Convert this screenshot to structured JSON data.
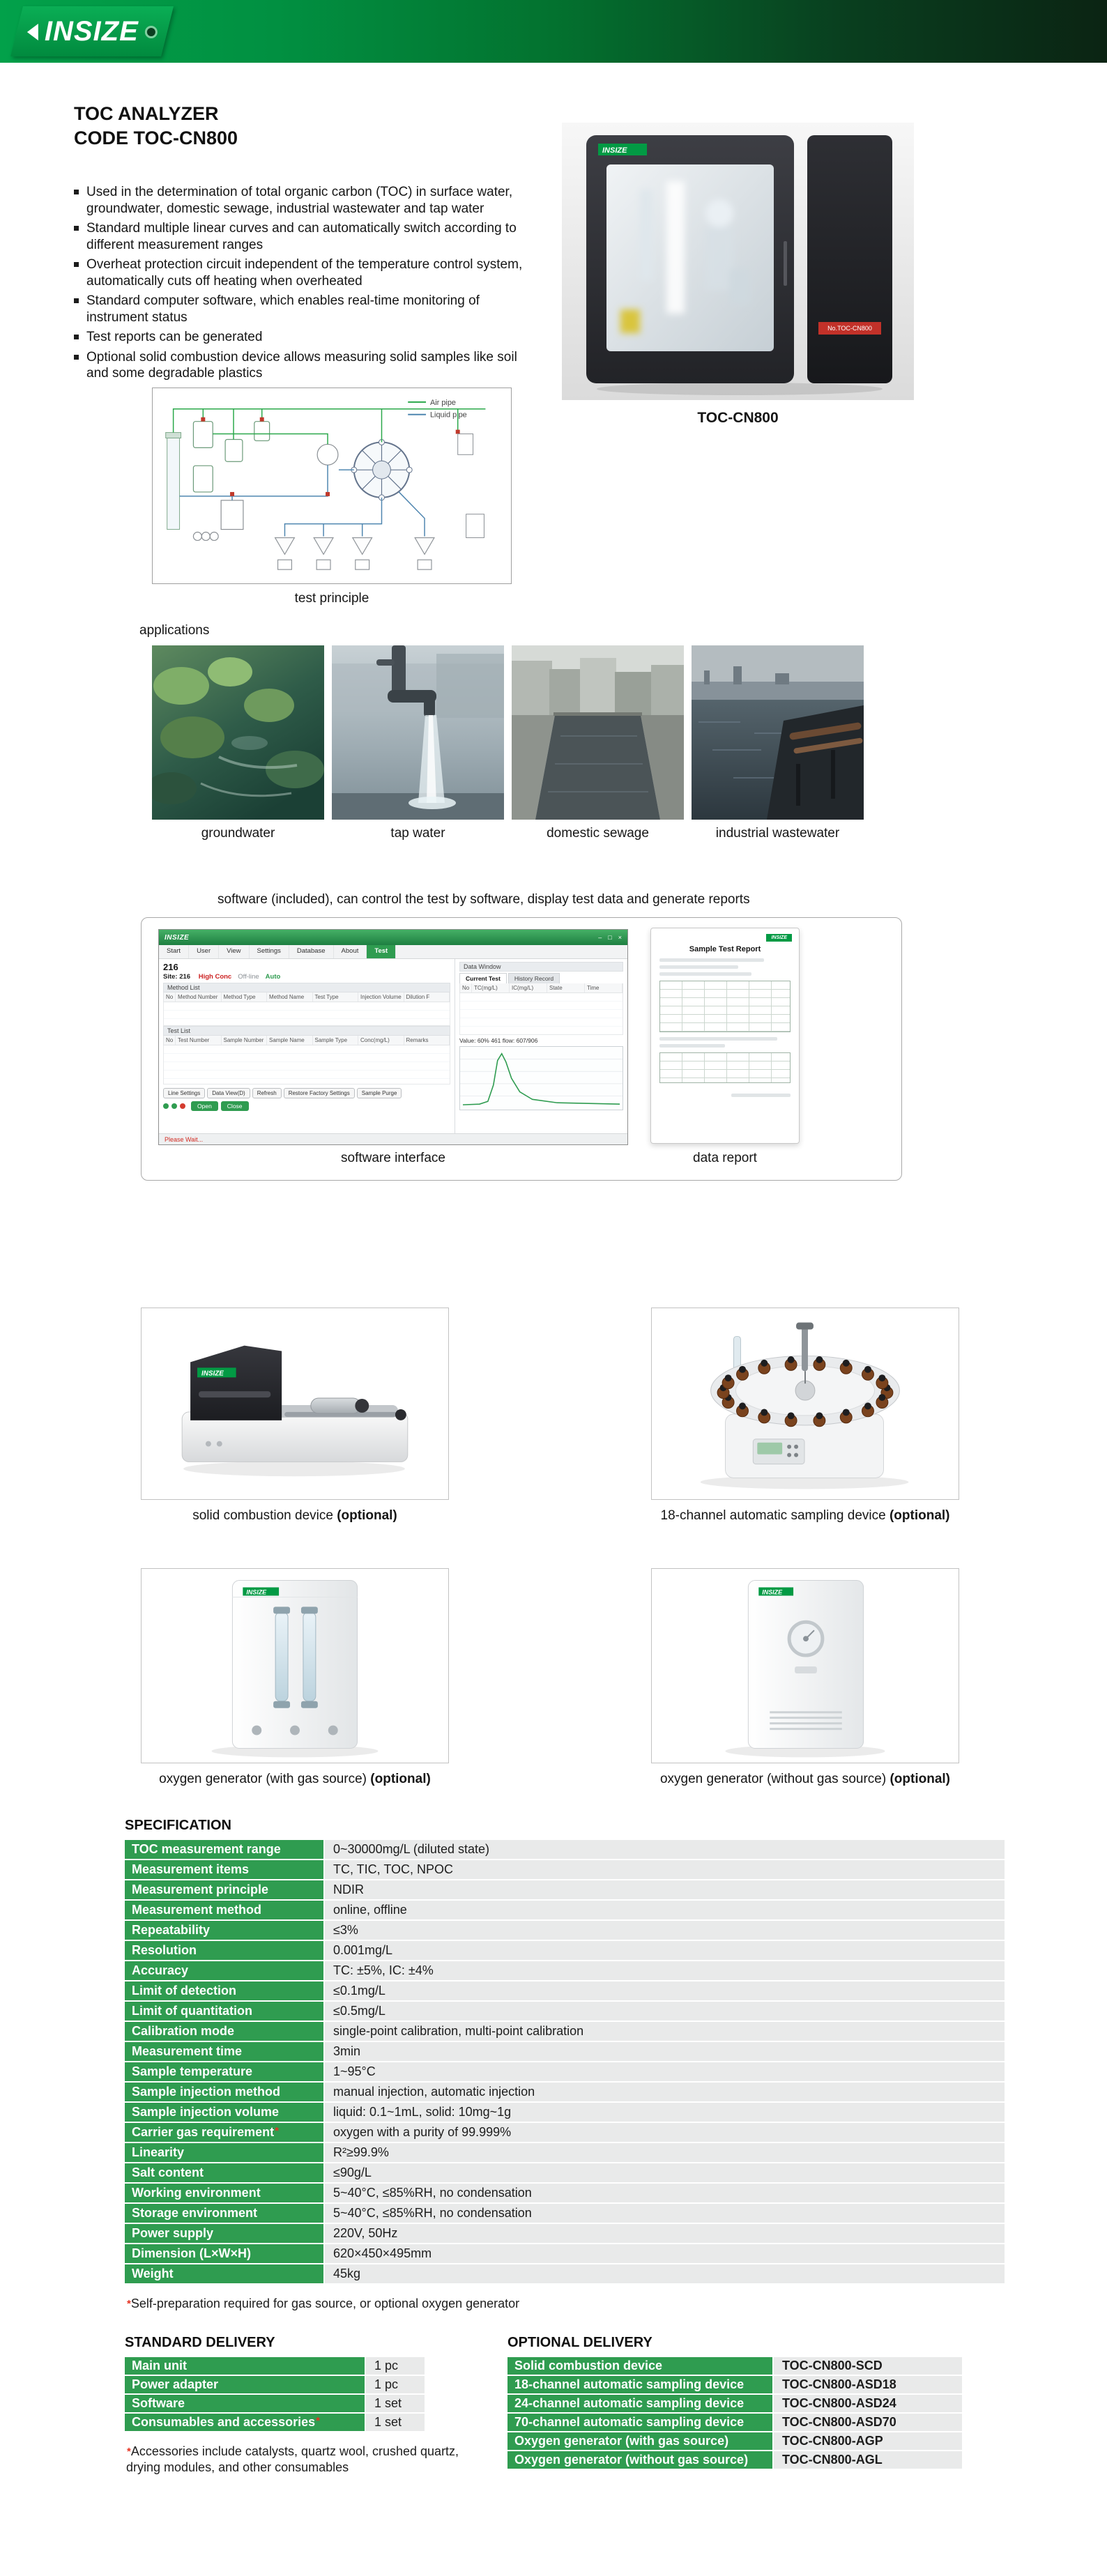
{
  "brand": {
    "name": "INSIZE"
  },
  "page": {
    "title_line1": "TOC ANALYZER",
    "title_line2": "CODE TOC-CN800"
  },
  "features": [
    "Used in the determination of total organic carbon (TOC) in surface water, groundwater, domestic sewage, industrial wastewater and tap water",
    "Standard multiple linear curves and can automatically switch according to different measurement ranges",
    "Overheat protection circuit independent of the temperature control system, automatically cuts off heating when overheated",
    "Standard computer software, which enables real-time monitoring of instrument status",
    "Test reports can be generated",
    "Optional solid combustion device allows measuring solid samples like soil and some degradable plastics"
  ],
  "product": {
    "caption": "TOC-CN800",
    "unit_label": "No.TOC-CN800"
  },
  "test_principle": {
    "caption": "test principle",
    "legend": [
      {
        "label": "Air pipe",
        "color": "#2aa84a"
      },
      {
        "label": "Liquid pipe",
        "color": "#4f86b0"
      }
    ]
  },
  "applications": {
    "label": "applications",
    "captions": [
      "groundwater",
      "tap water",
      "domestic sewage",
      "industrial wastewater"
    ]
  },
  "software": {
    "intro": "software (included), can control the test by software, display test data and generate reports",
    "interface_caption": "software interface",
    "report_caption": "data report",
    "window": {
      "menu_tabs": [
        "Start",
        "User",
        "View",
        "Settings",
        "Database",
        "About",
        "Test"
      ],
      "active_tab": "Test",
      "site_number": "216",
      "site_label": "Site: 216",
      "mode_flags": [
        "High Conc",
        "Off-line",
        "Auto"
      ],
      "method_list_label": "Method List",
      "method_columns": [
        "No",
        "Method Number",
        "Method Type",
        "Method Name",
        "Test Type",
        "Injection Volume",
        "Dilution F"
      ],
      "test_list_label": "Test List",
      "test_columns": [
        "No",
        "Test Number",
        "Sample Number",
        "Sample Name",
        "Sample Type",
        "Conc(mg/L)",
        "Remarks"
      ],
      "data_window_label": "Data Window",
      "data_tabs": [
        "Current Test",
        "History Record"
      ],
      "data_columns": [
        "No",
        "TC(mg/L)",
        "IC(mg/L)",
        "State",
        "Time"
      ],
      "value_line": "Value: 60% 461  flow: 607/906",
      "toolbar_buttons": [
        "Line Settings",
        "Data View(D)",
        "Refresh",
        "Restore Factory Settings",
        "Sample Purge"
      ],
      "action_buttons": [
        "Open",
        "Close"
      ],
      "status_text": "Please Wait..."
    },
    "report": {
      "title": "Sample Test Report"
    }
  },
  "devices": [
    {
      "name": "solid combustion device ",
      "tag": "(optional)"
    },
    {
      "name": "18-channel automatic sampling device ",
      "tag": "(optional)"
    },
    {
      "name": "oxygen generator (with gas source) ",
      "tag": "(optional)"
    },
    {
      "name": "oxygen generator (without gas source) ",
      "tag": "(optional)"
    }
  ],
  "specification": {
    "heading": "SPECIFICATION",
    "rows": [
      {
        "label": "TOC measurement range",
        "value": "0~30000mg/L (diluted state)"
      },
      {
        "label": "Measurement items",
        "value": "TC, TIC, TOC, NPOC"
      },
      {
        "label": "Measurement principle",
        "value": "NDIR"
      },
      {
        "label": "Measurement method",
        "value": "online, offline"
      },
      {
        "label": "Repeatability",
        "value": "≤3%"
      },
      {
        "label": "Resolution",
        "value": "0.001mg/L"
      },
      {
        "label": "Accuracy",
        "value": "TC: ±5%, IC: ±4%"
      },
      {
        "label": "Limit of detection",
        "value": "≤0.1mg/L"
      },
      {
        "label": "Limit of quantitation",
        "value": "≤0.5mg/L"
      },
      {
        "label": "Calibration mode",
        "value": "single-point calibration, multi-point calibration"
      },
      {
        "label": "Measurement time",
        "value": "3min"
      },
      {
        "label": "Sample temperature",
        "value": "1~95°C"
      },
      {
        "label": "Sample injection method",
        "value": "manual injection, automatic injection"
      },
      {
        "label": "Sample injection volume",
        "value": "liquid: 0.1~1mL, solid: 10mg~1g"
      },
      {
        "label": "Carrier gas requirement",
        "star": "*",
        "value": "oxygen with a purity of 99.999%"
      },
      {
        "label": "Linearity",
        "value": "R²≥99.9%"
      },
      {
        "label": "Salt content",
        "value": "≤90g/L"
      },
      {
        "label": "Working environment",
        "value": "5~40°C, ≤85%RH, no condensation"
      },
      {
        "label": "Storage environment",
        "value": "5~40°C, ≤85%RH, no condensation"
      },
      {
        "label": "Power supply",
        "value": "220V, 50Hz"
      },
      {
        "label": "Dimension (L×W×H)",
        "value": "620×450×495mm"
      },
      {
        "label": "Weight",
        "value": "45kg"
      }
    ],
    "note_star": "*",
    "note": "Self-preparation required for gas source, or optional oxygen generator"
  },
  "standard_delivery": {
    "heading": "STANDARD DELIVERY",
    "rows": [
      {
        "label": "Main unit",
        "value": "1 pc"
      },
      {
        "label": "Power adapter",
        "value": "1 pc"
      },
      {
        "label": "Software",
        "value": "1 set"
      },
      {
        "label": "Consumables and accessories",
        "star": "*",
        "value": "1 set"
      }
    ],
    "note_star": "*",
    "note": "Accessories include catalysts, quartz wool, crushed quartz, drying modules, and other consumables"
  },
  "optional_delivery": {
    "heading": "OPTIONAL DELIVERY",
    "rows": [
      {
        "label": "Solid combustion device",
        "value": "TOC-CN800-SCD"
      },
      {
        "label": "18-channel automatic sampling device",
        "value": "TOC-CN800-ASD18"
      },
      {
        "label": "24-channel automatic sampling device",
        "value": "TOC-CN800-ASD24"
      },
      {
        "label": "70-channel automatic sampling device",
        "value": "TOC-CN800-ASD70"
      },
      {
        "label": "Oxygen generator (with gas source)",
        "value": "TOC-CN800-AGP"
      },
      {
        "label": "Oxygen generator (without gas source)",
        "value": "TOC-CN800-AGL"
      }
    ]
  },
  "icons": {
    "minimize": "–",
    "maximize": "□",
    "close": "×"
  }
}
